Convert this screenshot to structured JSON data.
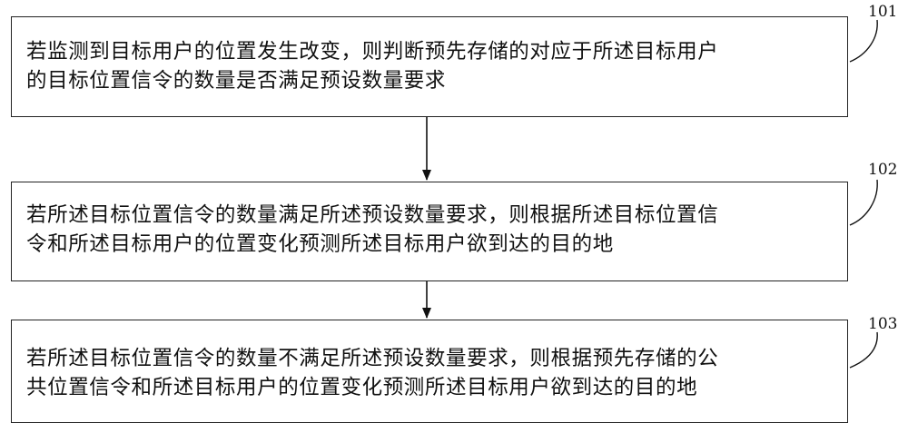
{
  "steps": [
    {
      "label": "101",
      "line1": "若监测到目标用户的位置发生改变，则判断预先存储的对应于所述目标用户",
      "line2": "的目标位置信令的数量是否满足预设数量要求"
    },
    {
      "label": "102",
      "line1": "若所述目标位置信令的数量满足所述预设数量要求，则根据所述目标位置信",
      "line2": "令和所述目标用户的位置变化预测所述目标用户欲到达的目的地"
    },
    {
      "label": "103",
      "line1": "若所述目标位置信令的数量不满足所述预设数量要求，则根据预先存储的公",
      "line2": "共位置信令和所述目标用户的位置变化预测所述目标用户欲到达的目的地"
    }
  ]
}
